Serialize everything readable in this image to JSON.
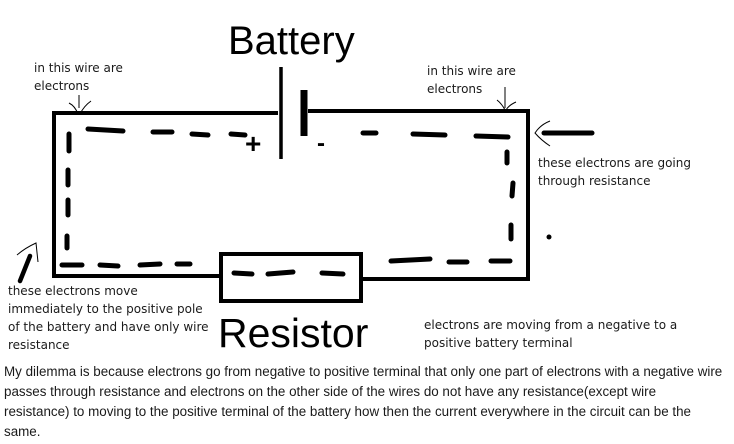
{
  "diagram": {
    "title": "Battery",
    "resistor_label": "Resistor",
    "battery": {
      "positive_sign": "+",
      "negative_sign": "-"
    },
    "annotations": {
      "top_left_wire": "in this wire are\nelectrons",
      "top_right_wire": "in this wire are\nelectrons",
      "right_side": "these electrons are going\nthrough resistance",
      "bottom_left": "these electrons move\nimmediately to the positive pole\nof the battery and have only wire\nresistance",
      "bottom_right": "electrons are moving from a negative to a\npositive battery terminal"
    },
    "question": "My dilemma is because electrons go from negative to positive terminal that only one part of electrons with a negative wire passes through resistance and electrons on the other side of the wires do not have any resistance(except wire resistance) to moving to the positive terminal of the battery how then the current everywhere in the circuit can be the same.",
    "colors": {
      "ink": "#000000",
      "background": "#ffffff"
    }
  }
}
